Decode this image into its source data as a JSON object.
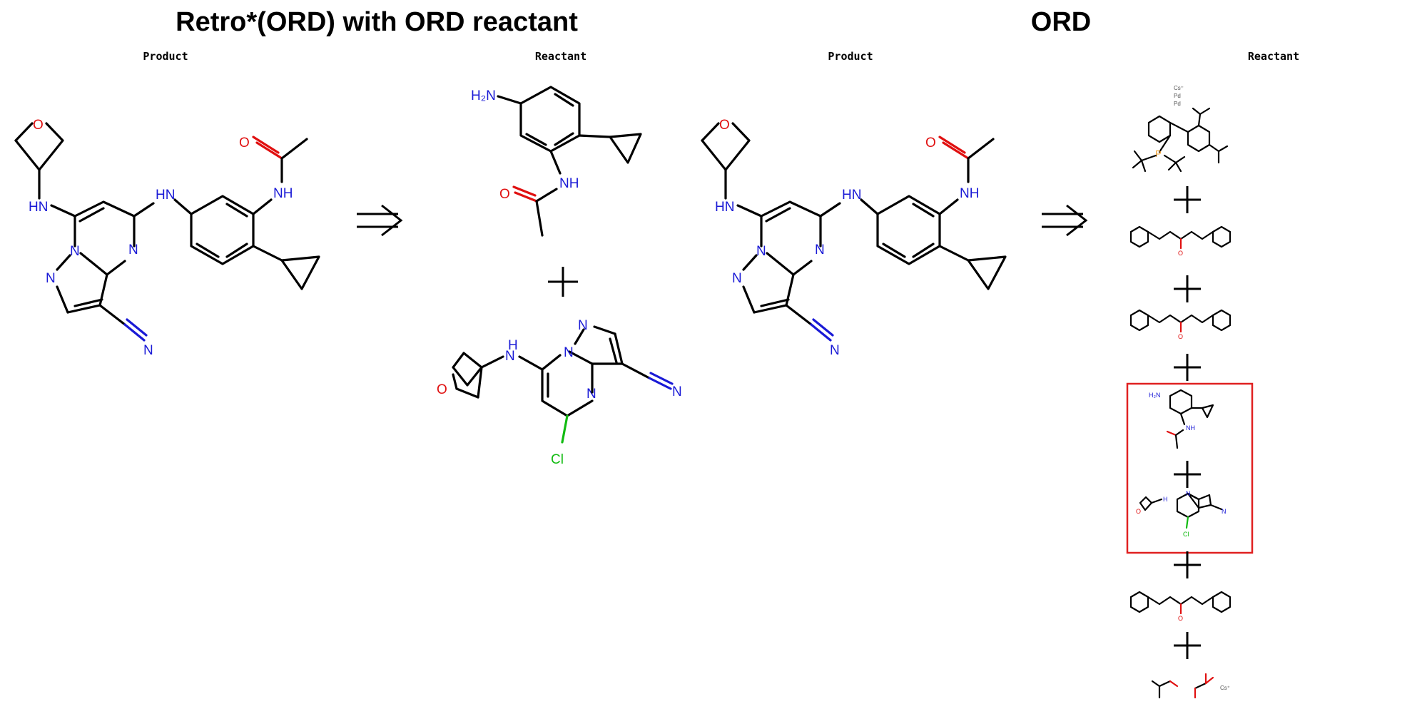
{
  "titles": {
    "left": "Retro*(ORD) with ORD reactant",
    "right": "ORD"
  },
  "labels": {
    "product_left": "Product",
    "reactant_left": "Reactant",
    "product_right": "Product",
    "reactant_right": "Reactant"
  },
  "atoms": {
    "O": "O",
    "HN": "HN",
    "NH": "NH",
    "N": "N",
    "H": "H",
    "H2N": "H₂N",
    "Cl": "Cl",
    "Cs": "Cs⁺",
    "Pd": "Pd",
    "P": "P"
  },
  "highlight_color": "#e02020"
}
